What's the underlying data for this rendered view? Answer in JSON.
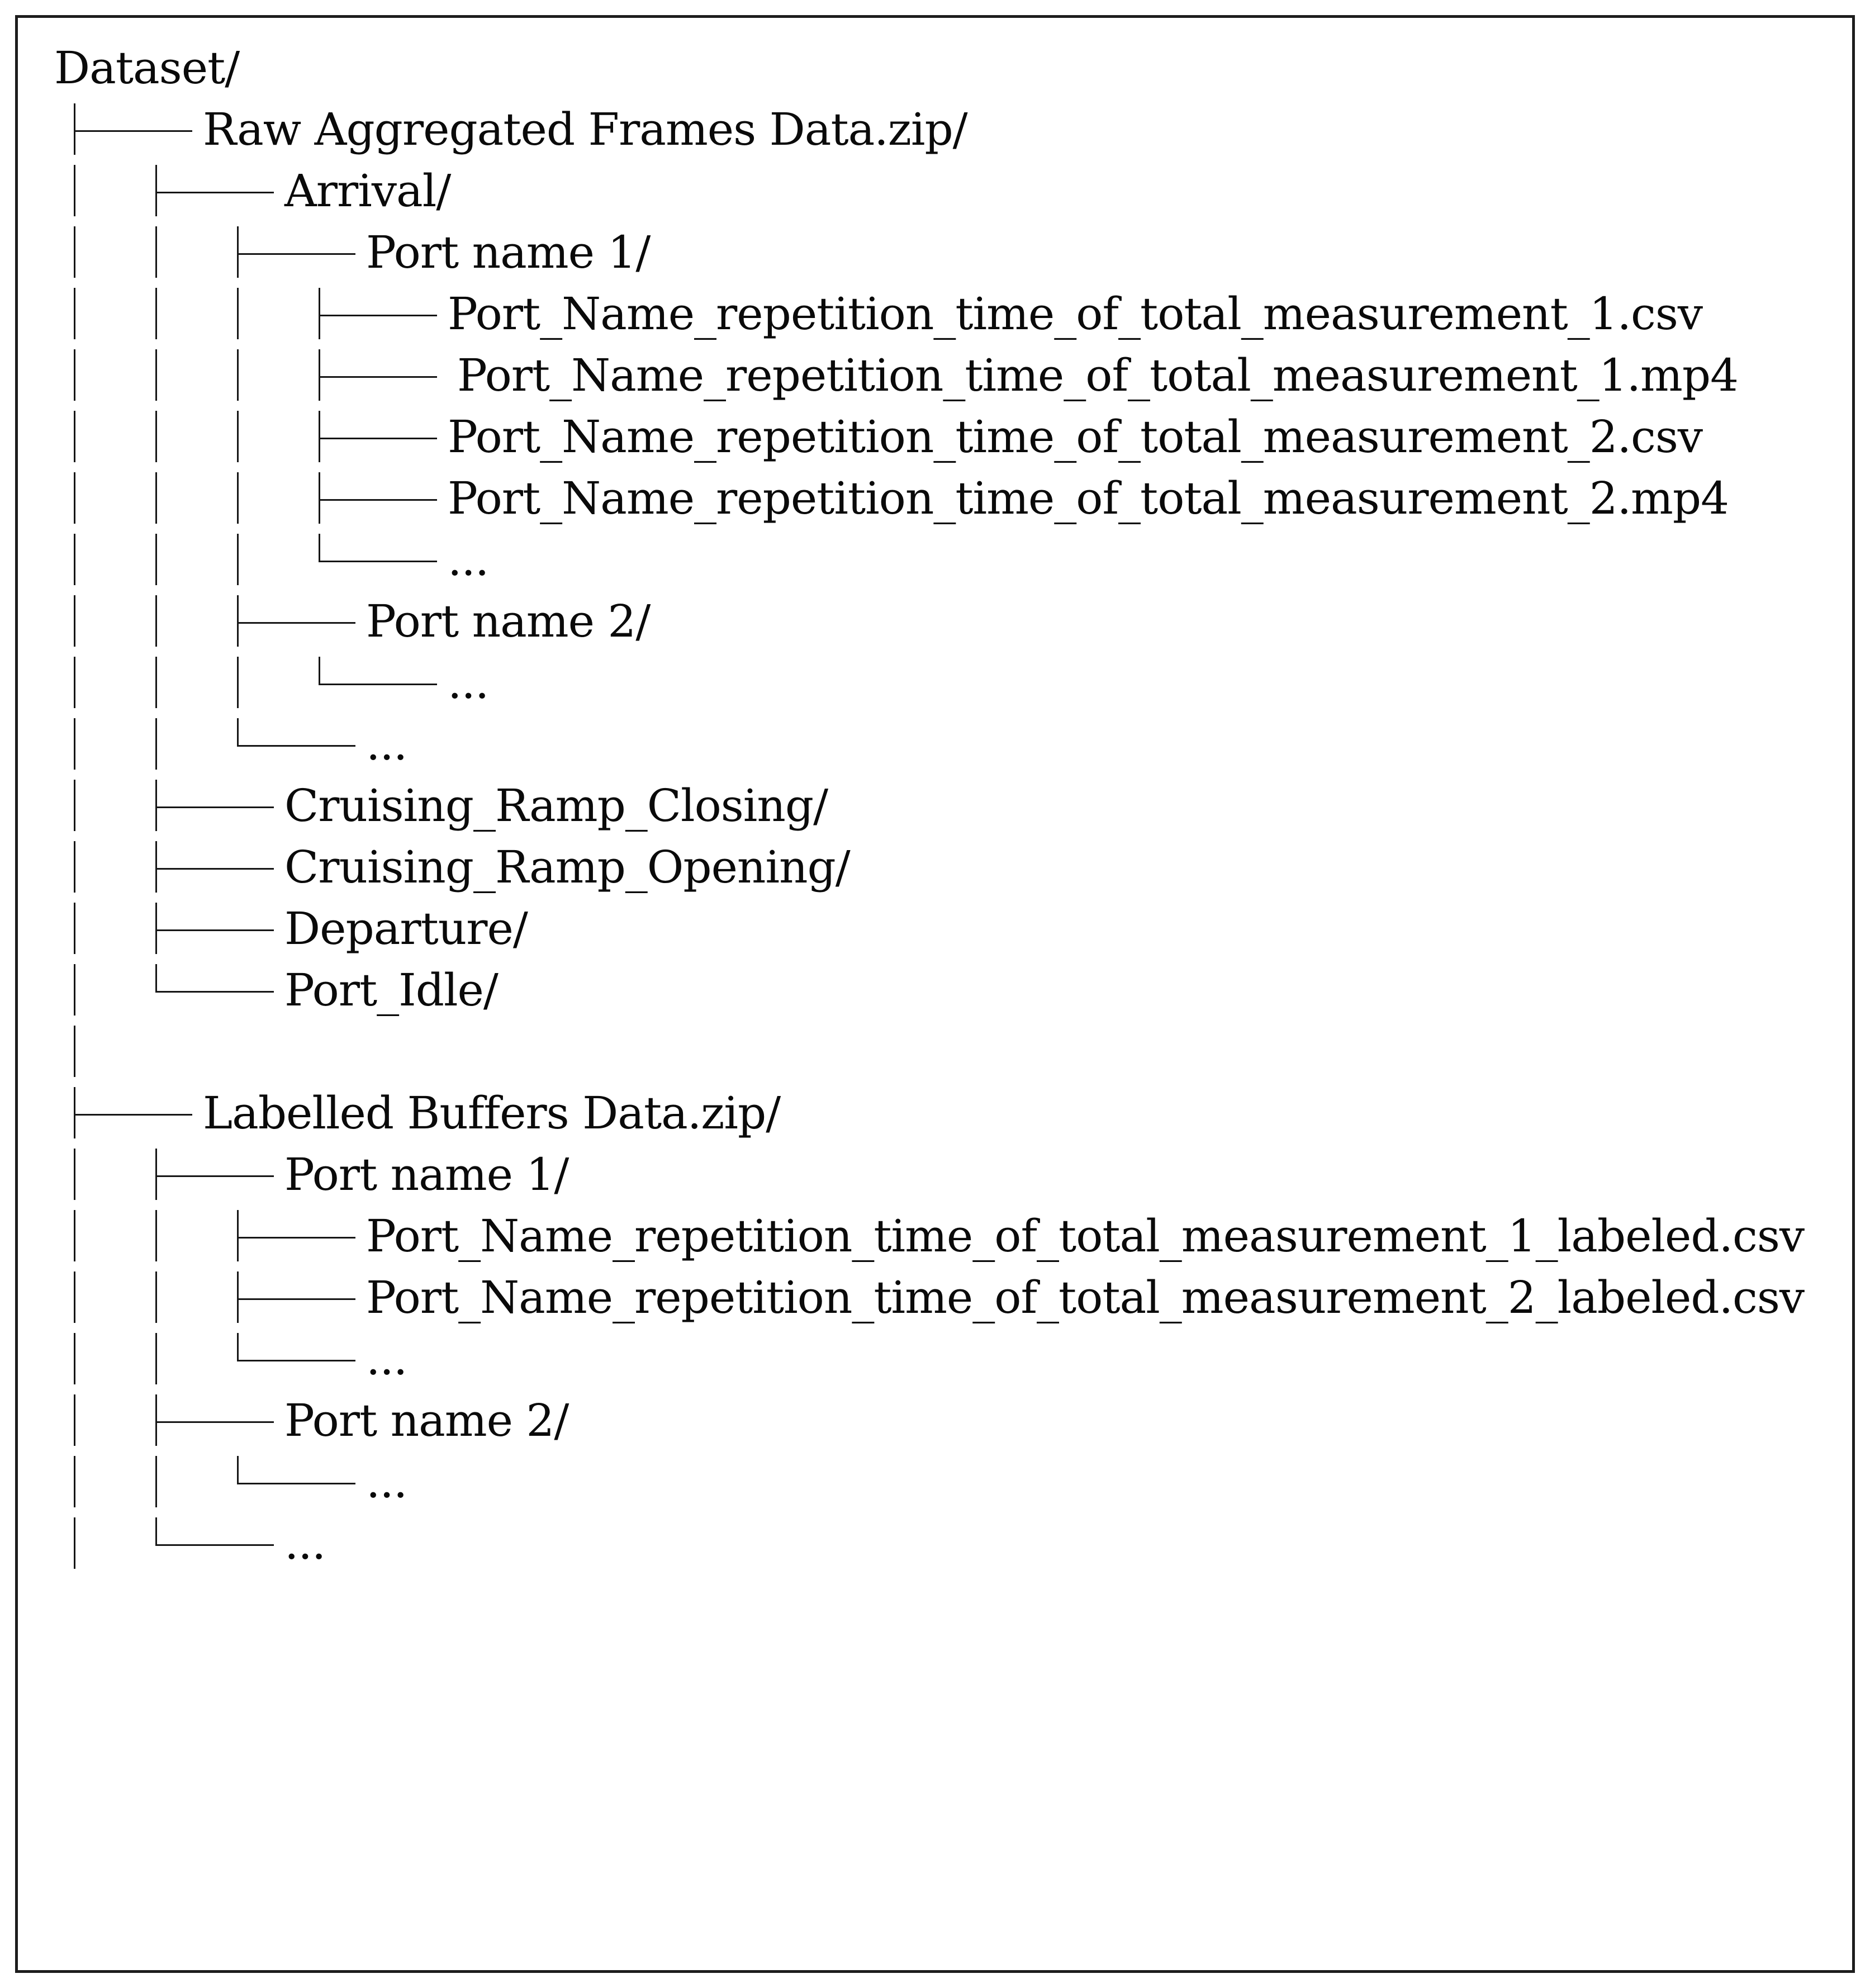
{
  "figure": {
    "description_label": "dataset-directory-tree",
    "colors": {
      "background": "#ffffff",
      "frame_border": "#1d1d1d",
      "tree_lines": "#161616",
      "text": "#0a0a0a"
    },
    "tree_rows": [
      {
        "label": "Dataset/",
        "depth": 0,
        "connector": "none",
        "guides": [],
        "extra_indent": 0
      },
      {
        "label": "Raw Aggregated Frames Data.zip/",
        "depth": 1,
        "connector": "branch",
        "guides": [],
        "extra_indent": 0
      },
      {
        "label": "Arrival/",
        "depth": 2,
        "connector": "branch",
        "guides": [
          0
        ],
        "extra_indent": 0
      },
      {
        "label": "Port name 1/",
        "depth": 3,
        "connector": "branch",
        "guides": [
          0,
          1
        ],
        "extra_indent": 0
      },
      {
        "label": "Port_Name_repetition_time_of_total_measurement_1.csv",
        "depth": 4,
        "connector": "branch",
        "guides": [
          0,
          1,
          2
        ],
        "extra_indent": 0
      },
      {
        "label": "Port_Name_repetition_time_of_total_measurement_1.mp4",
        "depth": 4,
        "connector": "branch",
        "guides": [
          0,
          1,
          2
        ],
        "extra_indent": 17
      },
      {
        "label": "Port_Name_repetition_time_of_total_measurement_2.csv",
        "depth": 4,
        "connector": "branch",
        "guides": [
          0,
          1,
          2
        ],
        "extra_indent": 0
      },
      {
        "label": "Port_Name_repetition_time_of_total_measurement_2.mp4",
        "depth": 4,
        "connector": "branch",
        "guides": [
          0,
          1,
          2
        ],
        "extra_indent": 0
      },
      {
        "label": "...",
        "depth": 4,
        "connector": "last",
        "guides": [
          0,
          1,
          2
        ],
        "extra_indent": 0
      },
      {
        "label": "Port name 2/",
        "depth": 3,
        "connector": "branch",
        "guides": [
          0,
          1
        ],
        "extra_indent": 0
      },
      {
        "label": "...",
        "depth": 4,
        "connector": "last",
        "guides": [
          0,
          1,
          2
        ],
        "extra_indent": 0
      },
      {
        "label": "...",
        "depth": 3,
        "connector": "last",
        "guides": [
          0,
          1
        ],
        "extra_indent": 0
      },
      {
        "label": "Cruising_Ramp_Closing/",
        "depth": 2,
        "connector": "branch",
        "guides": [
          0
        ],
        "extra_indent": 0
      },
      {
        "label": "Cruising_Ramp_Opening/",
        "depth": 2,
        "connector": "branch",
        "guides": [
          0
        ],
        "extra_indent": 0
      },
      {
        "label": "Departure/",
        "depth": 2,
        "connector": "branch",
        "guides": [
          0
        ],
        "extra_indent": 0
      },
      {
        "label": "Port_Idle/",
        "depth": 2,
        "connector": "last",
        "guides": [
          0
        ],
        "extra_indent": 0
      },
      {
        "label": "",
        "depth": 0,
        "connector": "none",
        "guides": [
          0
        ],
        "extra_indent": 0
      },
      {
        "label": "Labelled Buffers Data.zip/",
        "depth": 1,
        "connector": "branch",
        "guides": [],
        "extra_indent": 0
      },
      {
        "label": "Port name 1/",
        "depth": 2,
        "connector": "branch",
        "guides": [
          0
        ],
        "extra_indent": 0
      },
      {
        "label": "Port_Name_repetition_time_of_total_measurement_1_labeled.csv",
        "depth": 3,
        "connector": "branch",
        "guides": [
          0,
          1
        ],
        "extra_indent": 0
      },
      {
        "label": "Port_Name_repetition_time_of_total_measurement_2_labeled.csv",
        "depth": 3,
        "connector": "branch",
        "guides": [
          0,
          1
        ],
        "extra_indent": 0
      },
      {
        "label": "...",
        "depth": 3,
        "connector": "last",
        "guides": [
          0,
          1
        ],
        "extra_indent": 0
      },
      {
        "label": "Port name 2/",
        "depth": 2,
        "connector": "branch",
        "guides": [
          0
        ],
        "extra_indent": 0
      },
      {
        "label": "...",
        "depth": 3,
        "connector": "last",
        "guides": [
          0,
          1
        ],
        "extra_indent": 0
      },
      {
        "label": "...",
        "depth": 2,
        "connector": "last",
        "guides": [
          0
        ],
        "extra_indent": 0
      }
    ]
  }
}
